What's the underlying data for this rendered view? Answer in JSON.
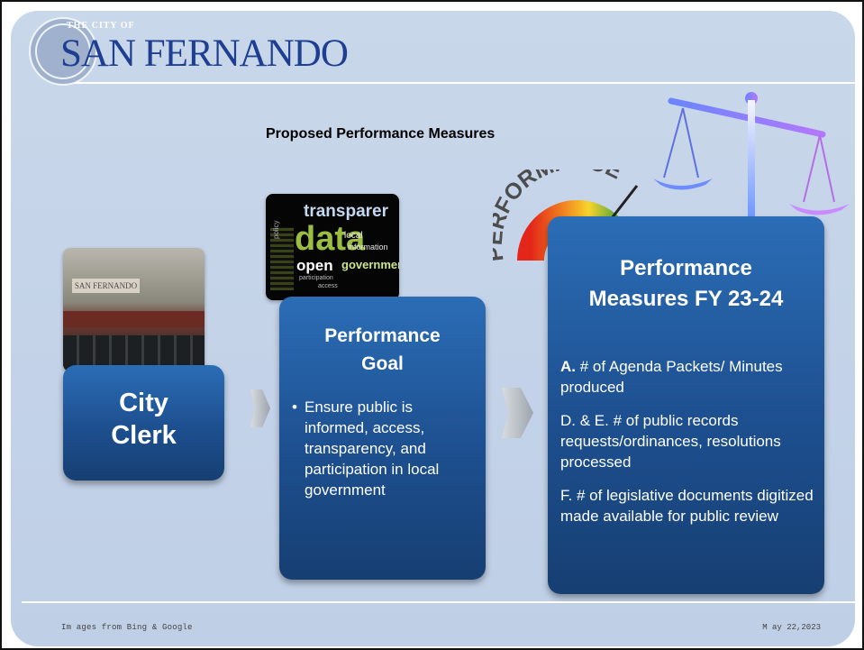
{
  "header": {
    "brand_small": "THE CITY OF",
    "brand_large": "SAN FERNANDO",
    "seal_label": "City seal"
  },
  "slide": {
    "title": "Proposed Performance Measures"
  },
  "left_panel": {
    "photo_caption": "SAN FERNANDO",
    "title_line_1": "City",
    "title_line_2": "Clerk"
  },
  "middle_panel": {
    "word_cloud": {
      "word_1": "transparer",
      "word_2": "data",
      "word_3": "local",
      "word_4": "information",
      "word_5": "open",
      "word_6": "governmen",
      "word_7": "participation",
      "word_8": "access",
      "word_9": "policy"
    },
    "title_line_1": "Performance",
    "title_line_2": "Goal",
    "bullet": "Ensure public is informed, access, transparency, and participation in local government"
  },
  "right_panel": {
    "gauge_text": "PERFORMANCE",
    "title_line_1": "Performance",
    "title_line_2": "Measures FY 23-24",
    "measure_a_prefix": "A.",
    "measure_a_text": " # of Agenda Packets/ Minutes produced",
    "measure_d_text": "D. & E. # of public records requests/ordinances, resolutions processed",
    "measure_f_text": "F.  # of legislative documents digitized made available for public review"
  },
  "footer": {
    "left": "Im ages from Bing & Google",
    "right": "M ay 22,2023"
  }
}
